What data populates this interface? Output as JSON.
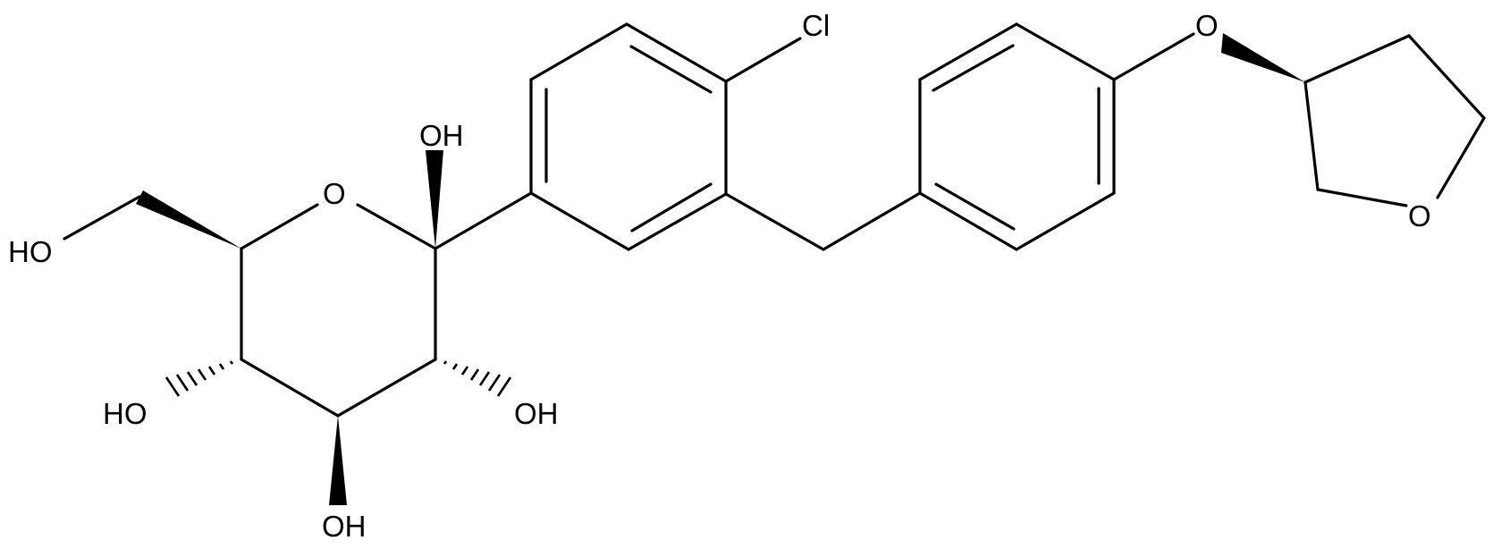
{
  "atom_labels": {
    "cl": "Cl",
    "ether_o": "O",
    "thf_ring_o": "O",
    "pyran_ring_o": "O",
    "anomeric_oh": "OH",
    "ch2_oh": "HO",
    "c4_oh": "HO",
    "c3_oh": "OH",
    "c2_oh": "OH"
  },
  "colors": {
    "line": "#000000",
    "background": "#ffffff"
  }
}
